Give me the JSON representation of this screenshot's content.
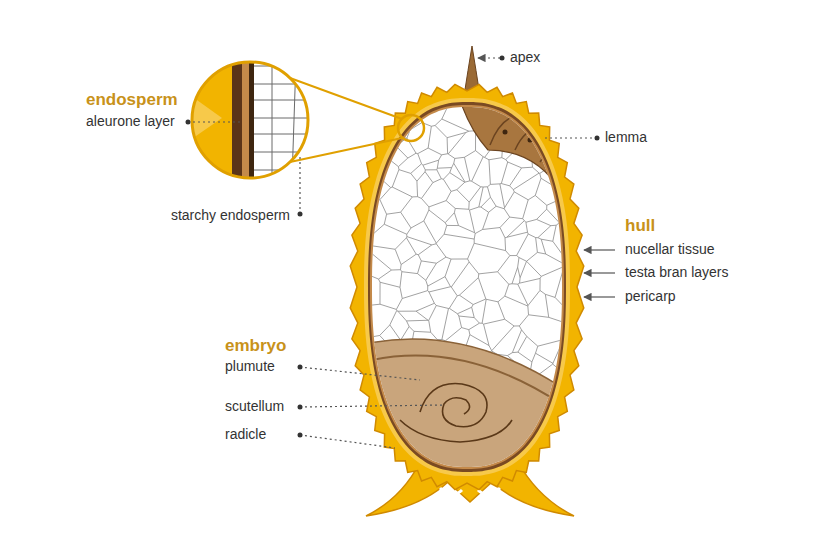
{
  "diagram": {
    "labels": [
      "apex",
      "endosperm",
      "aleurone layer",
      "lemma",
      "starchy endosperm",
      "hull",
      "nucellar tissue",
      "testa bran layers",
      "pericarp",
      "embryo",
      "plumute",
      "scutellum",
      "radicle"
    ]
  }
}
